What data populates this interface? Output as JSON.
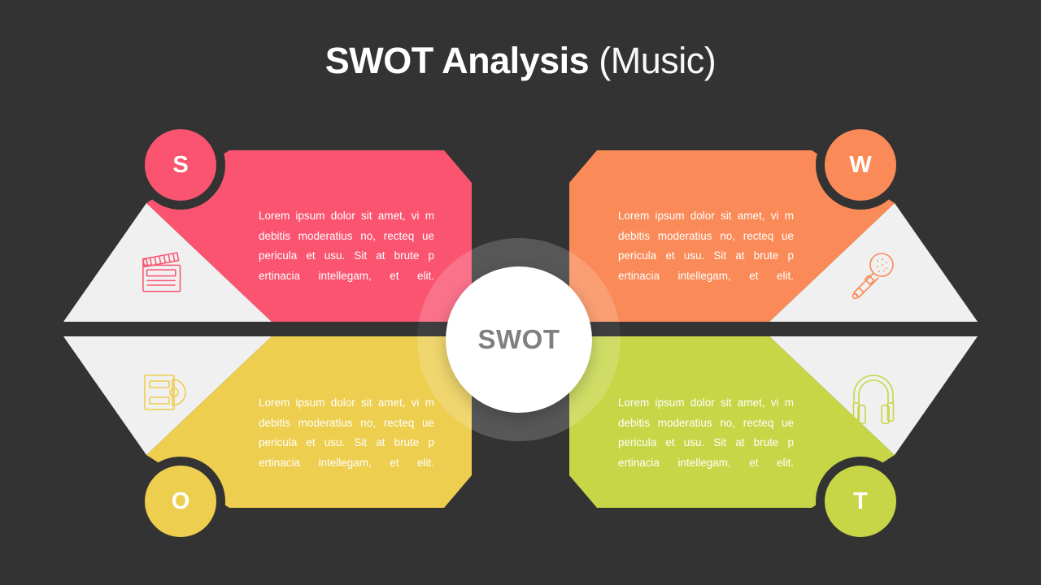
{
  "title": {
    "bold": "SWOT Analysis",
    "light": "(Music)"
  },
  "center": {
    "label": "SWOT"
  },
  "colors": {
    "background": "#333333",
    "strength": "#FA5470",
    "weakness": "#FA8A57",
    "opportunity": "#EDCE4F",
    "threat": "#C6D646",
    "panel": "#F0F0F0",
    "text": "#FFFFFF",
    "center_text": "#808080"
  },
  "quadrants": [
    {
      "key": "strength",
      "letter": "S",
      "color": "#FA5470",
      "icon": "clapperboard-icon",
      "body": "Lorem ipsum dolor sit amet, vi m debitis moderatius no, recteq ue pericula et usu. Sit at brute p ertinacia intellegam, et elit."
    },
    {
      "key": "weakness",
      "letter": "W",
      "color": "#FA8A57",
      "icon": "microphone-icon",
      "body": "Lorem ipsum dolor sit amet, vi m debitis moderatius no, recteq ue pericula et usu. Sit at brute p ertinacia intellegam, et elit."
    },
    {
      "key": "opportunity",
      "letter": "O",
      "color": "#EDCE4F",
      "icon": "cd-disc-icon",
      "body": "Lorem ipsum dolor sit amet, vi m debitis moderatius no, recteq ue pericula et usu. Sit at brute p ertinacia intellegam, et elit."
    },
    {
      "key": "threat",
      "letter": "T",
      "color": "#C6D646",
      "icon": "headphones-icon",
      "body": "Lorem ipsum dolor sit amet, vi m debitis moderatius no, recteq ue pericula et usu. Sit at brute p ertinacia intellegam, et elit."
    }
  ]
}
